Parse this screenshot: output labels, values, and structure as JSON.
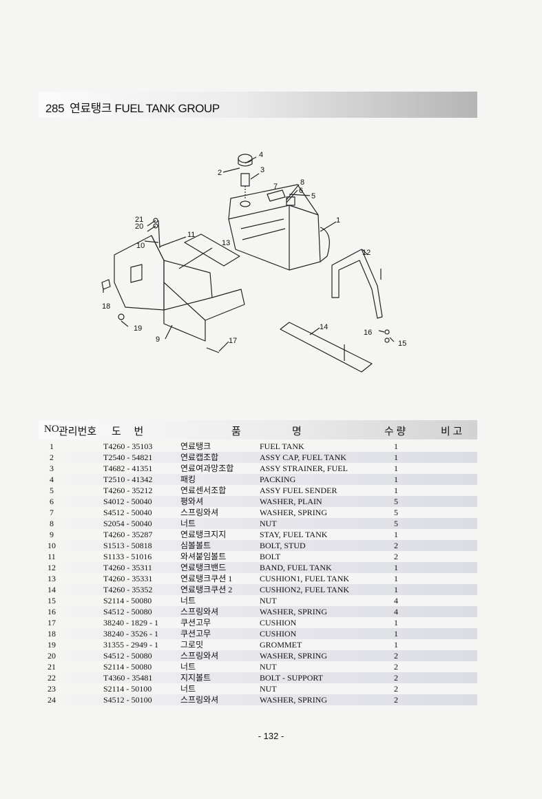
{
  "header": {
    "number": "285",
    "title": "연료탱크 FUEL TANK GROUP"
  },
  "diagram": {
    "callouts": [
      "1",
      "2",
      "3",
      "4",
      "5",
      "6",
      "7",
      "8",
      "9",
      "10",
      "11",
      "12",
      "13",
      "14",
      "15",
      "16",
      "17",
      "18",
      "19",
      "20",
      "21"
    ]
  },
  "table": {
    "headers": {
      "no": "NO",
      "mgmt": "관리번호",
      "drawing": "도　 번",
      "name_left": "품",
      "name_right": "명",
      "qty": "수 량",
      "remark": "비 고"
    },
    "rows": [
      {
        "no": "1",
        "part": "T4260 - 35103",
        "kr": "연료탱크",
        "en": "FUEL TANK",
        "qty": "1"
      },
      {
        "no": "2",
        "part": "T2540 - 54821",
        "kr": "연료캡조합",
        "en": "ASSY CAP, FUEL TANK",
        "qty": "1"
      },
      {
        "no": "3",
        "part": "T4682 - 41351",
        "kr": "연료여과망조합",
        "en": "ASSY STRAINER, FUEL",
        "qty": "1"
      },
      {
        "no": "4",
        "part": "T2510 - 41342",
        "kr": "패킹",
        "en": "PACKING",
        "qty": "1"
      },
      {
        "no": "5",
        "part": "T4260 - 35212",
        "kr": "연료센서조합",
        "en": "ASSY FUEL SENDER",
        "qty": "1"
      },
      {
        "no": "6",
        "part": "S4012 - 50040",
        "kr": "평와셔",
        "en": "WASHER, PLAIN",
        "qty": "5"
      },
      {
        "no": "7",
        "part": "S4512 - 50040",
        "kr": "스프링와셔",
        "en": "WASHER, SPRING",
        "qty": "5"
      },
      {
        "no": "8",
        "part": "S2054 - 50040",
        "kr": "너트",
        "en": "NUT",
        "qty": "5"
      },
      {
        "no": "9",
        "part": "T4260 - 35287",
        "kr": "연료탱크지지",
        "en": "STAY, FUEL TANK",
        "qty": "1"
      },
      {
        "no": "10",
        "part": "S1513 - 50818",
        "kr": "심볼볼트",
        "en": "BOLT, STUD",
        "qty": "2"
      },
      {
        "no": "11",
        "part": "S1133 - 51016",
        "kr": "와셔붙임볼트",
        "en": "BOLT",
        "qty": "2"
      },
      {
        "no": "12",
        "part": "T4260 - 35311",
        "kr": "연료탱크밴드",
        "en": "BAND, FUEL TANK",
        "qty": "1"
      },
      {
        "no": "13",
        "part": "T4260 - 35331",
        "kr": "연료탱크쿠션 1",
        "en": "CUSHION1, FUEL TANK",
        "qty": "1"
      },
      {
        "no": "14",
        "part": "T4260 - 35352",
        "kr": "연료탱크쿠션 2",
        "en": "CUSHION2, FUEL TANK",
        "qty": "1"
      },
      {
        "no": "15",
        "part": "S2114 - 50080",
        "kr": "너트",
        "en": "NUT",
        "qty": "4"
      },
      {
        "no": "16",
        "part": "S4512 - 50080",
        "kr": "스프링와셔",
        "en": "WASHER, SPRING",
        "qty": "4"
      },
      {
        "no": "17",
        "part": "38240 - 1829 - 1",
        "kr": "쿠션고무",
        "en": "CUSHION",
        "qty": "1"
      },
      {
        "no": "18",
        "part": "38240 - 3526 - 1",
        "kr": "쿠션고무",
        "en": "CUSHION",
        "qty": "1"
      },
      {
        "no": "19",
        "part": "31355 - 2949 - 1",
        "kr": "그로밋",
        "en": "GROMMET",
        "qty": "1"
      },
      {
        "no": "20",
        "part": "S4512 - 50080",
        "kr": "스프링와셔",
        "en": "WASHER, SPRING",
        "qty": "2"
      },
      {
        "no": "21",
        "part": "S2114 - 50080",
        "kr": "너트",
        "en": "NUT",
        "qty": "2"
      },
      {
        "no": "22",
        "part": "T4360 - 35481",
        "kr": "지지볼트",
        "en": "BOLT - SUPPORT",
        "qty": "2"
      },
      {
        "no": "23",
        "part": "S2114 - 50100",
        "kr": "너트",
        "en": "NUT",
        "qty": "2"
      },
      {
        "no": "24",
        "part": "S4512 - 50100",
        "kr": "스프링와셔",
        "en": "WASHER, SPRING",
        "qty": "2"
      }
    ]
  },
  "footer": {
    "page": "- 132 -"
  }
}
